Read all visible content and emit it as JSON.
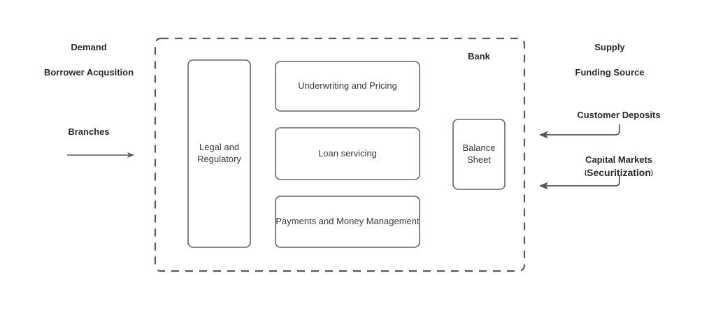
{
  "diagram": {
    "title_left": "Demand",
    "title_right": "Supply",
    "container_label": "Bank",
    "colors": {
      "stroke": "#5a5a5a",
      "box_stroke": "#666666",
      "text": "#2b2b2b",
      "box_text": "#3a3a3a",
      "background": "#ffffff"
    }
  },
  "left_side": {
    "heading": "Demand",
    "subheading": "Borrower Acqusition",
    "channel_label": "Branches",
    "arrow_direction": "right"
  },
  "right_side": {
    "heading": "Supply",
    "subheading": "Funding Source",
    "sources": [
      {
        "label": "Customer Deposits",
        "arrow_direction": "left"
      },
      {
        "label": "Capital Markets",
        "sublabel_open_paren": "(",
        "sublabel": "Securitization",
        "sublabel_close_paren": ")",
        "arrow_direction": "left"
      }
    ]
  },
  "bank": {
    "label": "Bank",
    "boxes": [
      {
        "id": "legal",
        "label": "Legal and Regulatory"
      },
      {
        "id": "underwriting",
        "label": "Underwriting and Pricing"
      },
      {
        "id": "loan-servicing",
        "label": "Loan servicing"
      },
      {
        "id": "payments",
        "label": "Payments and Money Management"
      },
      {
        "id": "balance-sheet",
        "label": "Balance Sheet"
      }
    ]
  }
}
